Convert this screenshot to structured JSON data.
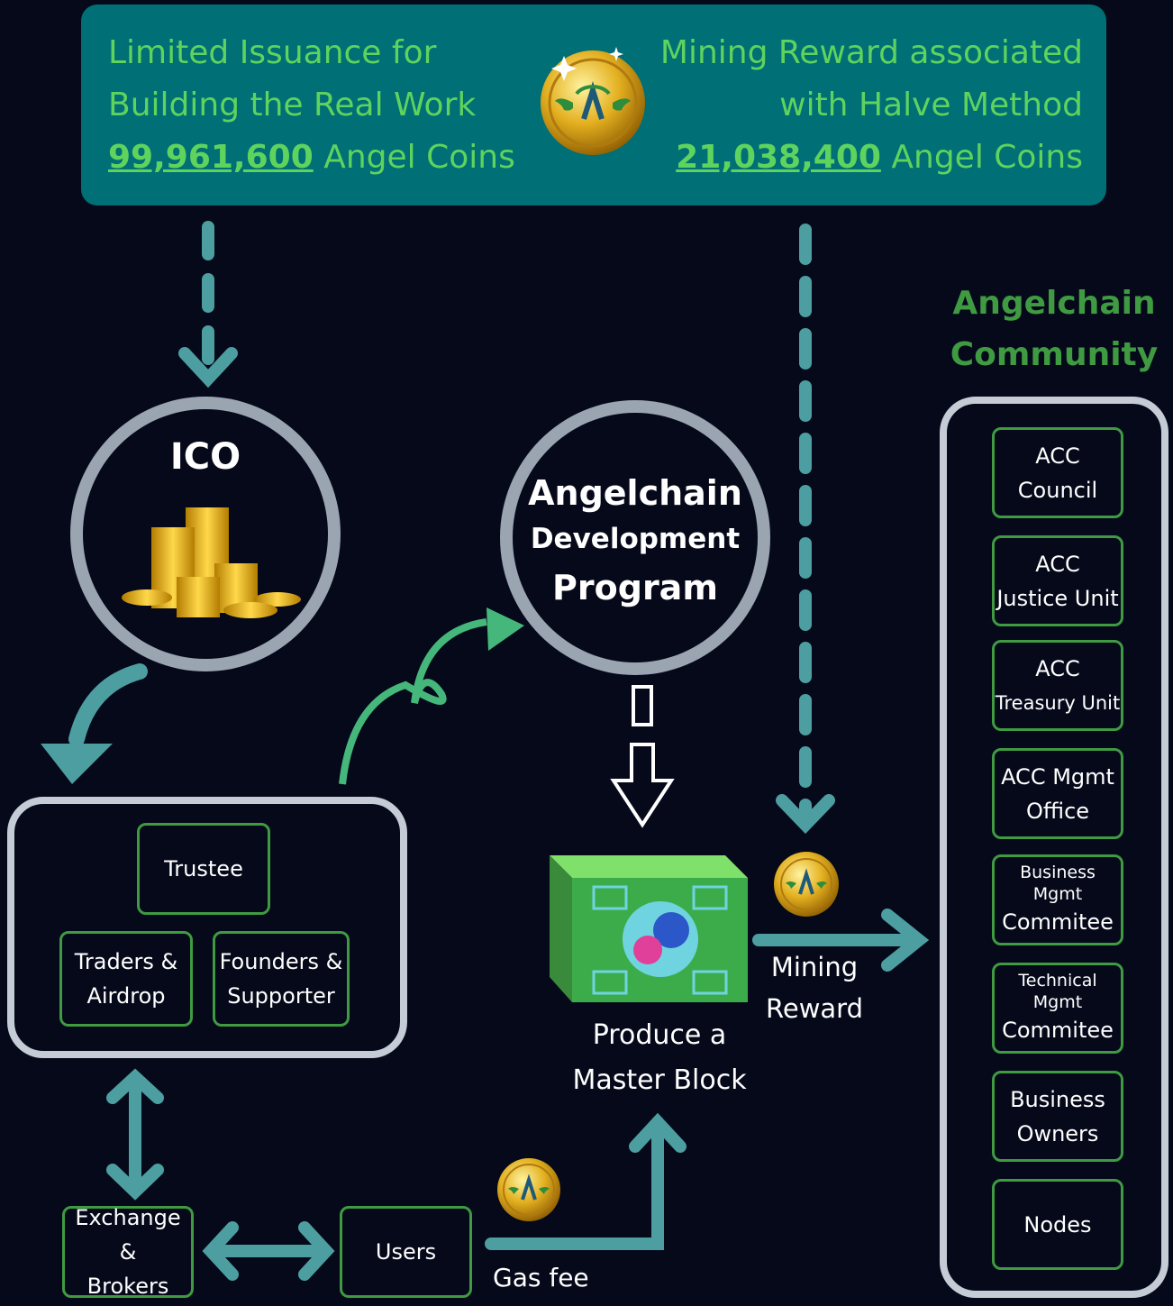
{
  "banner": {
    "left_line1": "Limited Issuance for",
    "left_line2": "Building the Real Work",
    "left_amount": "99,961,600",
    "left_unit": "Angel Coins",
    "right_line1": "Mining Reward associated",
    "right_line2": "with Halve Method",
    "right_amount": "21,038,400",
    "right_unit": "Angel Coins"
  },
  "ico": {
    "title": "ICO"
  },
  "program": {
    "line1": "Angelchain",
    "line2": "Development",
    "line3": "Program"
  },
  "holders": {
    "trustee": "Trustee",
    "traders_1": "Traders &",
    "traders_2": "Airdrop",
    "founders_1": "Founders &",
    "founders_2": "Supporter"
  },
  "exchange": {
    "line1": "Exchange &",
    "line2": "Brokers"
  },
  "users": {
    "label": "Users"
  },
  "gas_fee": "Gas fee",
  "master_block": {
    "line1": "Produce a",
    "line2": "Master Block"
  },
  "mining_reward": {
    "line1": "Mining",
    "line2": "Reward"
  },
  "community": {
    "title_1": "Angelchain",
    "title_2": "Community",
    "items": [
      {
        "line1": "ACC",
        "line2": "Council"
      },
      {
        "line1": "ACC",
        "line2": "Justice Unit"
      },
      {
        "line1": "ACC",
        "line2": "Treasury Unit"
      },
      {
        "line1": "ACC Mgmt",
        "line2": "Office"
      },
      {
        "line1": "Business Mgmt",
        "line2": "Commitee"
      },
      {
        "line1": "Technical Mgmt",
        "line2": "Commitee"
      },
      {
        "line1": "Business",
        "line2": "Owners"
      },
      {
        "line1": "Nodes",
        "line2": ""
      }
    ]
  },
  "colors": {
    "banner": "#006f76",
    "accent_green": "#5ed35d",
    "teal_arrow": "#4d9ea0",
    "circle_ring": "#9aa5b1"
  }
}
